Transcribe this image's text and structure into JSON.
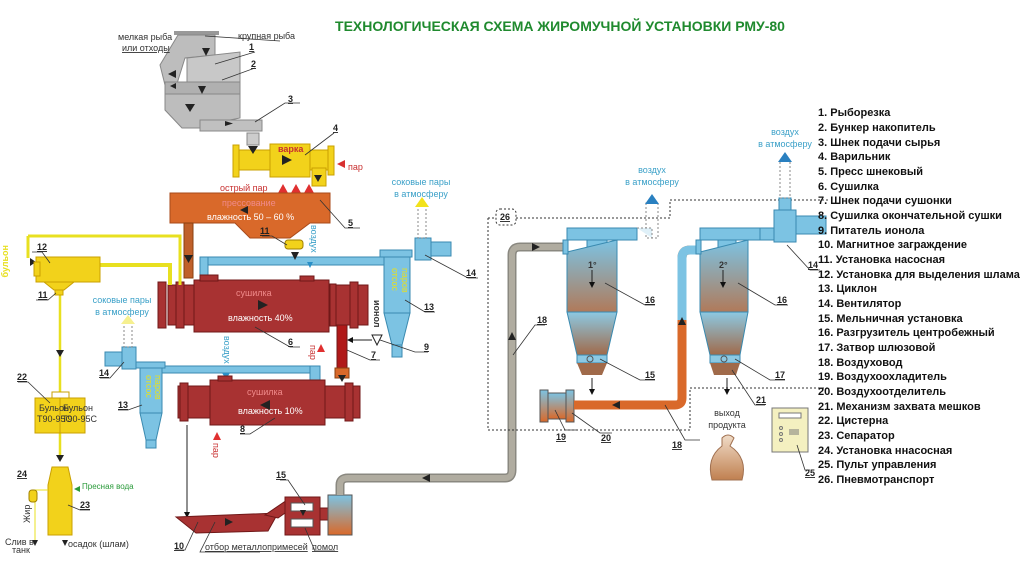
{
  "title": "ТЕХНОЛОГИЧЕСКАЯ СХЕМА ЖИРОМУЧНОЙ УСТАНОВКИ РМУ-80",
  "colors": {
    "title": "#1f8a2e",
    "raw": "#bdbdbd",
    "cook": "#f2d21b",
    "press": "#d9692a",
    "dryer": "#a83232",
    "air": "#7cc3e3",
    "broth": "#f2e21b"
  },
  "labels": {
    "small_fish": "мелкая рыба",
    "or_waste": "или отходы",
    "large_fish": "крупная рыба",
    "cooking": "варка",
    "steam": "пар",
    "live_steam": "острый пар",
    "pressing": "прессование",
    "moisture_50_60": "влажность 50 – 60  %",
    "drying": "сушилка",
    "moisture_40": "влажность 40%",
    "moisture_10": "влажность 10%",
    "juice_vapors": "соковые пары",
    "to_atmosphere": "в атмосферу",
    "air": "воздух",
    "air_vertical": "воздух",
    "ionol": "ионол",
    "vapor_suction_1": "отсос",
    "vapor_suction_2": "паров",
    "broth": "бульон",
    "broth_tank": "Бульон",
    "temp": "Т90-95С",
    "fresh_water": "Пресная вода",
    "fat": "Жир",
    "drain_1": "Слив в",
    "drain_2": "танк",
    "sediment": "осадок (шлам)",
    "metal_removal": "отбор металлопримесей",
    "grinding": "помол",
    "product_out_1": "выход",
    "product_out_2": "продукта",
    "stage_1": "1°",
    "stage_2": "2°"
  },
  "numbers": [
    "1",
    "2",
    "3",
    "4",
    "5",
    "6",
    "7",
    "8",
    "9",
    "10",
    "11",
    "12",
    "13",
    "14",
    "15",
    "16",
    "17",
    "18",
    "19",
    "20",
    "21",
    "22",
    "23",
    "24",
    "25",
    "26"
  ],
  "legend": [
    "1. Рыборезка",
    "2. Бункер накопитель",
    "3. Шнек подачи сырья",
    "4. Варильник",
    "5. Пресс шнековый",
    "6. Сушилка",
    "7. Шнек подачи сушонки",
    "8. Сушилка окончательной сушки",
    "9. Питатель ионола",
    "10. Магнитное заграждение",
    "11. Установка насосная",
    "12. Установка для выделения шлама",
    "13. Циклон",
    "14. Вентилятор",
    "15. Мельничная установка",
    "16. Разгрузитель центробежный",
    "17. Затвор шлюзовой",
    "18. Воздуховод",
    "19. Воздухоохладитель",
    "20. Воздухоотделитель",
    "21. Механизм захвата мешков",
    "22. Цистерна",
    "23. Сепаратор",
    "24. Установка ннасосная",
    "25. Пульт управления",
    "26. Пневмотранспорт"
  ]
}
